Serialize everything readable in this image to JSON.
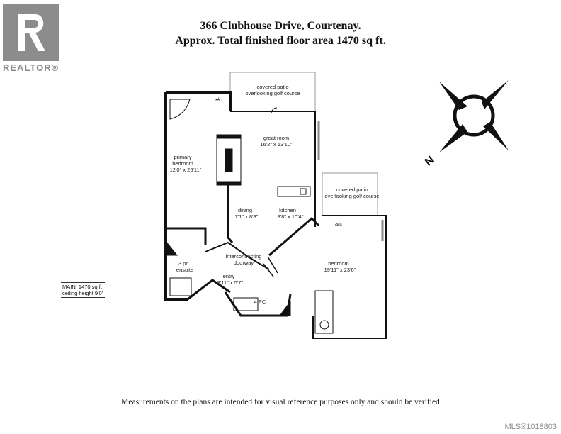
{
  "brand": {
    "name": "REALTOR®",
    "mls_id": "MLS®1018803"
  },
  "header": {
    "address": "366 Clubhouse Drive, Courtenay.",
    "area_line": "Approx. Total finished floor area 1470 sq ft."
  },
  "plan": {
    "level_name": "MAIN",
    "level_area": "1470 sq ft",
    "ceiling": "ceiling height 9'0\"",
    "rooms": {
      "patio1_l1": "covered patio",
      "patio1_l2": "overlooking golf course",
      "great_l1": "great room",
      "great_l2": "16'2\" x 13'10\"",
      "primary_l1": "primary",
      "primary_l2": "bedroom",
      "primary_l3": "12'0\" x 25'11\"",
      "patio2_l1": "covered patio",
      "patio2_l2": "overlooking golf course",
      "dining_l1": "dining",
      "dining_l2": "7'1\" x 8'8\"",
      "kitchen_l1": "kitchen",
      "kitchen_l2": "8'8\" x 10'4\"",
      "ac1": "a/c",
      "ac2": "a/c",
      "ensuite_l1": "3 pc",
      "ensuite_l2": "ensuite",
      "inter_l1": "interconnecting",
      "inter_l2": "doorway",
      "entry_l1": "entry",
      "entry_l2": "3'11\" x 5'7\"",
      "bedroom_l1": "bedroom",
      "bedroom_l2": "19'11\" x 23'6\"",
      "bath4": "4 PC"
    },
    "compass_letter": "N"
  },
  "footer": {
    "disclaimer": "Measurements on the plans are intended for visual reference purposes only and should be verified"
  }
}
